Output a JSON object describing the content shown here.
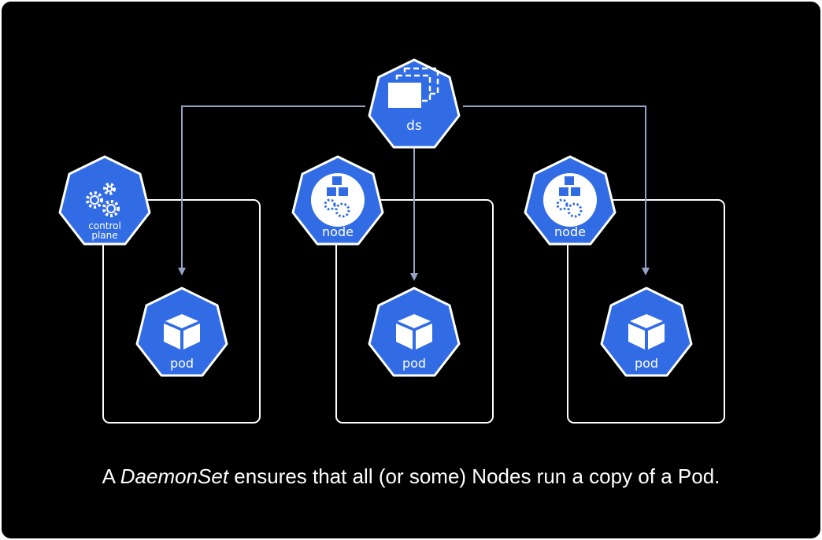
{
  "diagram": {
    "daemonset": {
      "label": "ds"
    },
    "control_plane": {
      "label_line1": "control",
      "label_line2": "plane"
    },
    "nodes": [
      {
        "label": "node"
      },
      {
        "label": "node"
      }
    ],
    "pods": [
      {
        "label": "pod"
      },
      {
        "label": "pod"
      },
      {
        "label": "pod"
      }
    ]
  },
  "caption": {
    "prefix": "A ",
    "emphasis": "DaemonSet",
    "suffix": " ensures that all (or some) Nodes run a copy of a Pod."
  },
  "colors": {
    "background": "#000000",
    "k8s_blue": "#326ce5",
    "arrow": "#94a3c4",
    "box": "#ffffff"
  }
}
